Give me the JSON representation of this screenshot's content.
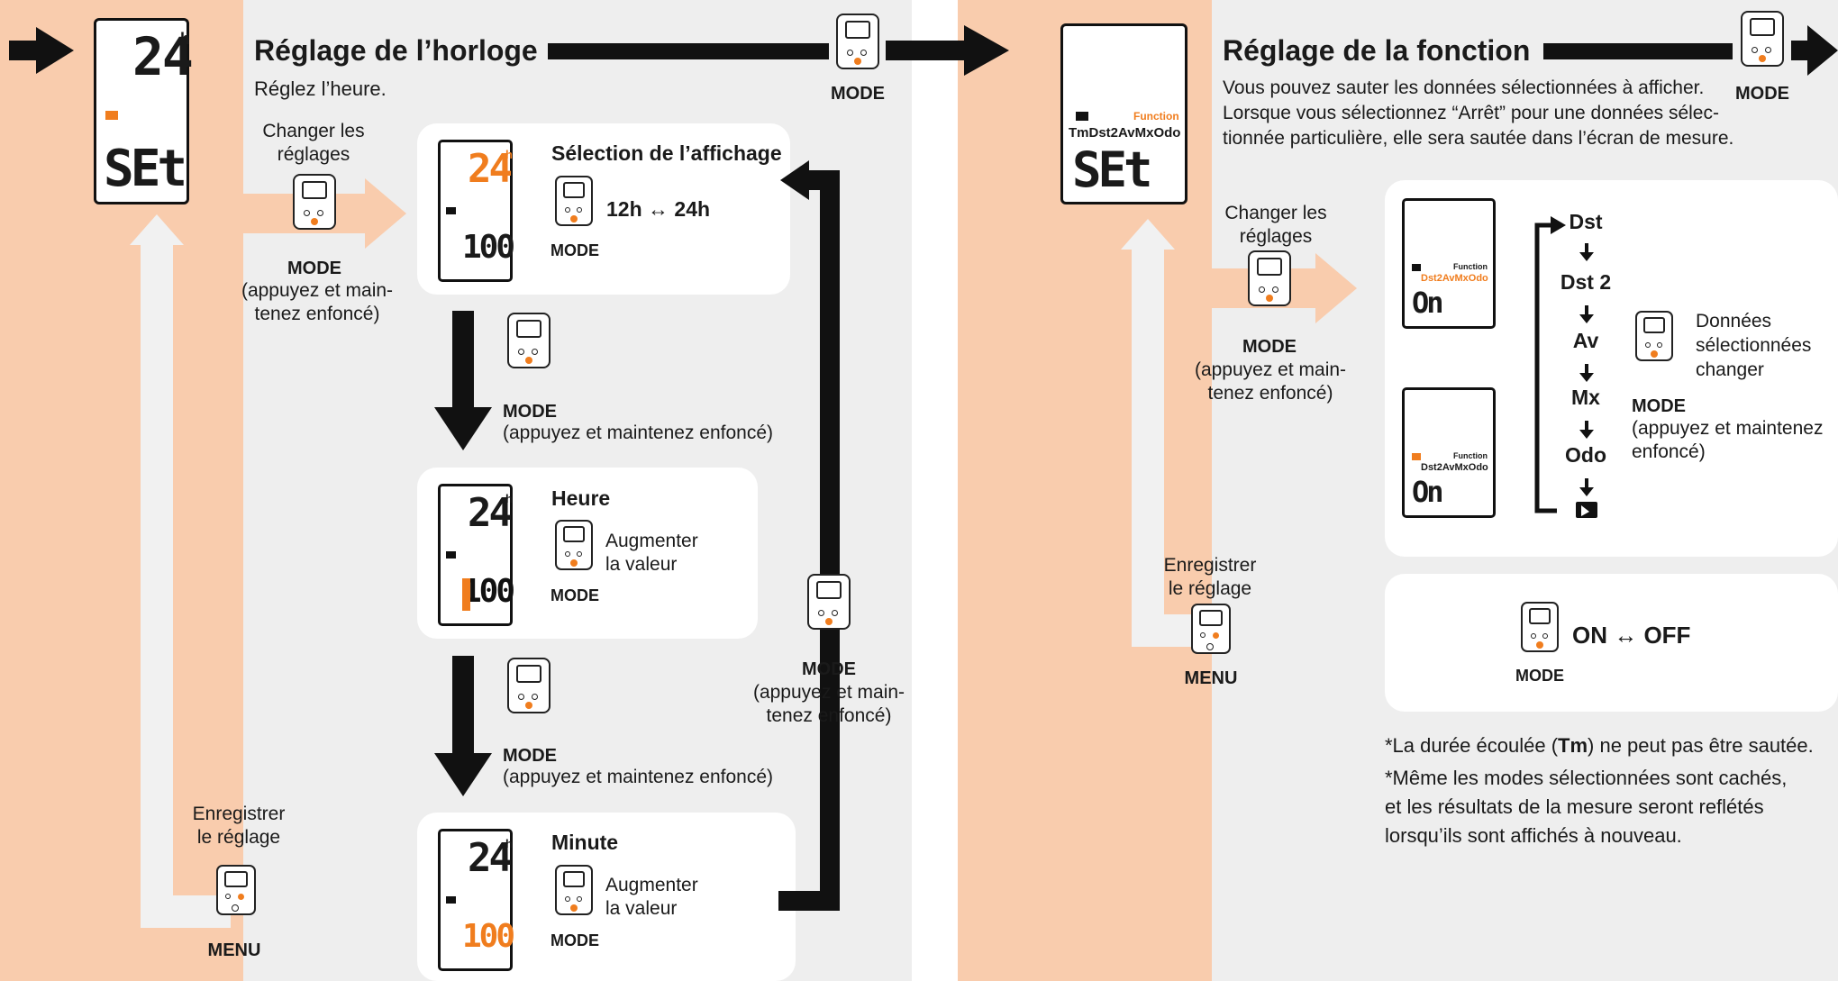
{
  "colors": {
    "peach": "#f9ccad",
    "gray_panel": "#eeeeee",
    "orange": "#f07d1e",
    "light_arrow": "#f1f1f1",
    "black": "#111111"
  },
  "left": {
    "title": "Réglage de l’horloge",
    "subtitle": "Réglez l’heure.",
    "mode_top": "MODE",
    "change": "Changer les\nréglages",
    "change_mode": "MODE",
    "change_hold": "(appuyez et main-\ntenez enfoncé)",
    "card1": {
      "title": "Sélection de l’affichage",
      "text": "12h ↔ 24h",
      "mode": "MODE"
    },
    "down1": {
      "mode": "MODE",
      "hold": "(appuyez et maintenez enfoncé)"
    },
    "card2": {
      "title": "Heure",
      "text": "Augmenter\nla valeur",
      "mode": "MODE"
    },
    "down2": {
      "mode": "MODE",
      "hold": "(appuyez et maintenez enfoncé)"
    },
    "card3": {
      "title": "Minute",
      "text": "Augmenter\nla valeur",
      "mode": "MODE"
    },
    "up": {
      "mode": "MODE",
      "hold": "(appuyez et main-\ntenez enfoncé)"
    },
    "save": "Enregistrer\nle réglage",
    "save_btn": "MENU"
  },
  "right": {
    "title": "Réglage de la fonction",
    "desc": "Vous pouvez sauter les données sélectionnées à afficher.\nLorsque vous sélectionnez “Arrêt” pour une données sélec-\ntionnée particulière, elle sera sautée dans l’écran de mesure.",
    "mode_top": "MODE",
    "change": "Changer les\nréglages",
    "change_mode": "MODE",
    "change_hold": "(appuyez et main-\ntenez enfoncé)",
    "list": [
      "Dst",
      "Dst 2",
      "Av",
      "Mx",
      "Odo"
    ],
    "data_change": "Données\nsélectionnées\nchanger",
    "data_mode": "MODE",
    "data_hold": "(appuyez et maintenez\nenfoncé)",
    "onoff": "ON ↔ OFF",
    "onoff_mode": "MODE",
    "save": "Enregistrer\nle réglage",
    "save_btn": "MENU",
    "note1_pre": "*La durée écoulée (",
    "note1_bold": "Tm",
    "note1_post": ") ne peut pas être sautée.",
    "note2": "*Même les modes sélectionnées sont cachés,\n  et les résultats de la mesure seront reflétés\n  lorsqu’ils sont affichés à nouveau."
  },
  "lcd": {
    "hour": "24",
    "h": "h",
    "set": "SEt",
    "num": "100",
    "function": "Function",
    "func_row": "TmDst2AvMxOdo",
    "func_row2": "Dst2AvMxOdo",
    "on": "On"
  }
}
